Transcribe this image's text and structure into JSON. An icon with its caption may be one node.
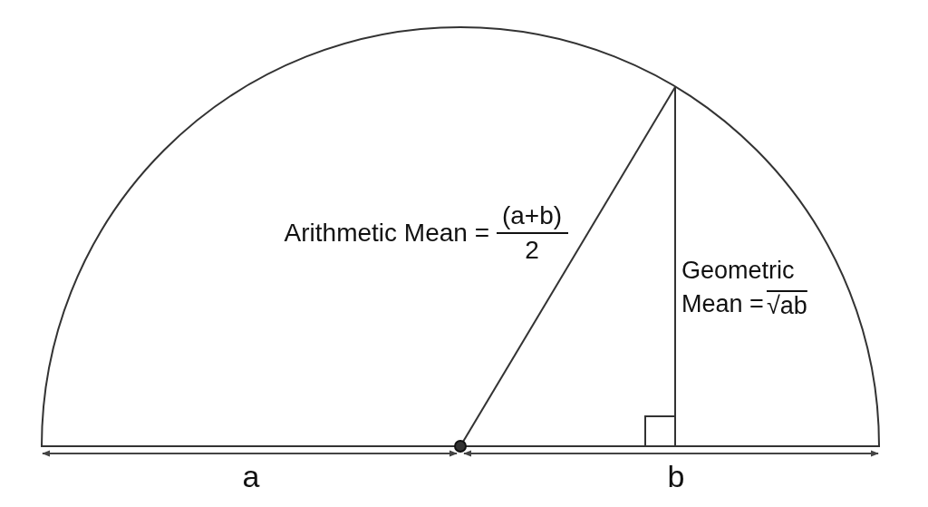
{
  "diagram": {
    "labels": [
      "Arithmetic Mean =",
      "(a+b)",
      "2",
      "Geometric Mean =",
      "√ab",
      "a",
      "b"
    ]
  }
}
